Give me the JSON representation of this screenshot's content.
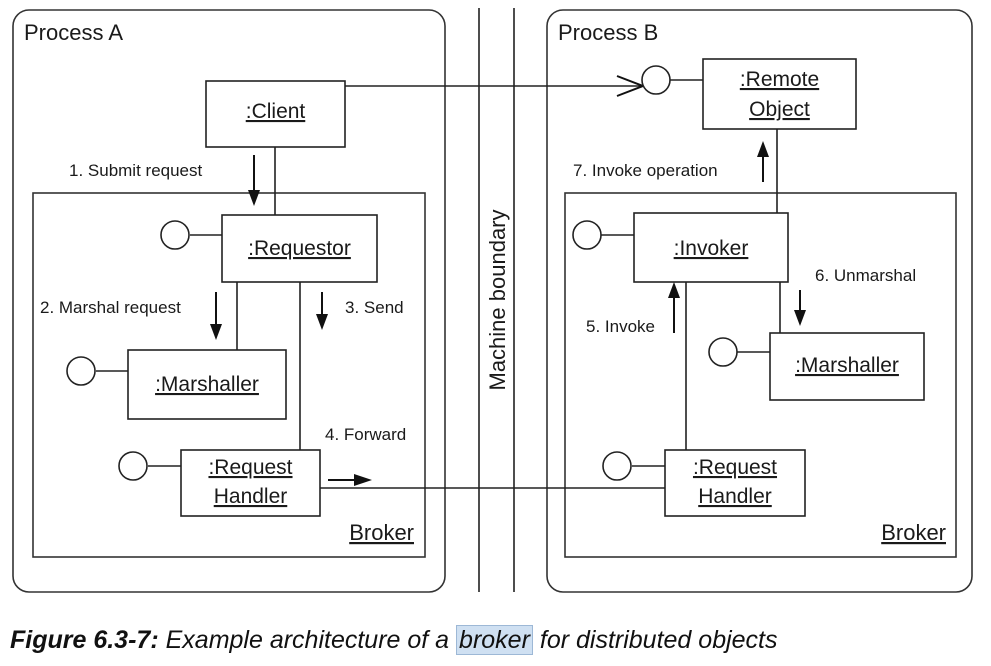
{
  "diagram": {
    "process_a": "Process A",
    "process_b": "Process B",
    "boundary": "Machine boundary",
    "broker_a": "Broker",
    "broker_b": "Broker",
    "components": {
      "client": ":Client",
      "requestor": ":Requestor",
      "marshaller_a": ":Marshaller",
      "request_handler_a": [
        ":Request",
        "Handler"
      ],
      "remote_object": [
        ":Remote",
        "Object"
      ],
      "invoker": ":Invoker",
      "marshaller_b": ":Marshaller",
      "request_handler_b": [
        ":Request",
        "Handler"
      ]
    },
    "messages": {
      "m1": "1. Submit request",
      "m2": "2. Marshal request",
      "m3": "3. Send",
      "m4": "4. Forward",
      "m5": "5. Invoke",
      "m6": "6. Unmarshal",
      "m7": "7. Invoke operation"
    }
  },
  "caption": {
    "label": "Figure 6.3-7:",
    "text_before": "Example architecture of a",
    "highlight": "broker",
    "text_after": "for distributed objects"
  }
}
